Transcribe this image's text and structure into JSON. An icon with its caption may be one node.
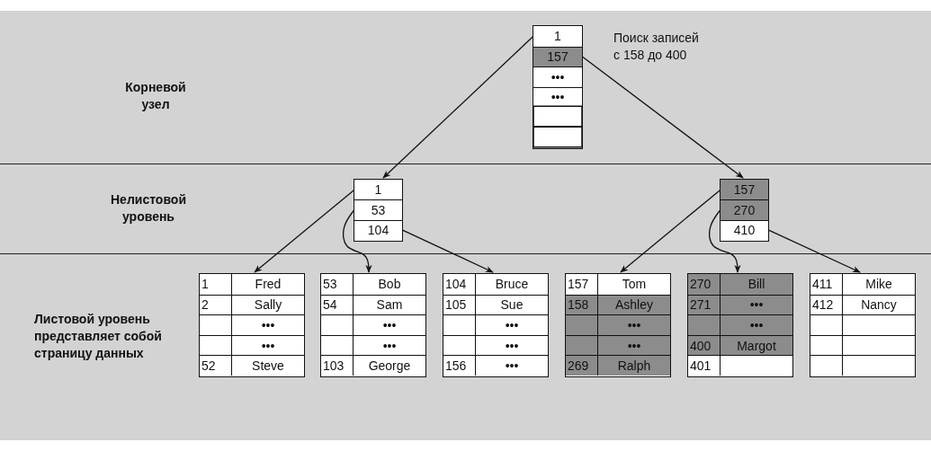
{
  "diagram": {
    "nodes": [
      {
        "text": [],
        "shape": "box"
      },
      {
        "text": [
          "1"
        ],
        "in": 0
      },
      {
        "text": [
          "157"
        ],
        "in": 0
      },
      {
        "text": [
          "•••"
        ],
        "in": 0
      },
      {
        "text": [
          "•••"
        ],
        "in": 0
      },
      {
        "text": [],
        "shape": "box",
        "in": 0
      },
      {
        "text": [],
        "shape": "box",
        "in": 0
      },
      {
        "text": [],
        "shape": "box"
      },
      {
        "text": [
          "1"
        ],
        "in": 7
      },
      {
        "text": [
          "53"
        ],
        "in": 7
      },
      {
        "text": [
          "104"
        ],
        "in": 7
      },
      {
        "text": [],
        "shape": "box"
      },
      {
        "text": [
          "157"
        ],
        "in": 11
      },
      {
        "text": [
          "270"
        ],
        "in": 11
      },
      {
        "text": [
          "410"
        ],
        "in": 11
      },
      {
        "text": [],
        "shape": "box"
      },
      {
        "text": [
          "1",
          "Fred"
        ],
        "in": 15
      },
      {
        "text": [
          "2",
          "Sally"
        ],
        "in": 15
      },
      {
        "text": [
          "•••"
        ],
        "in": 15
      },
      {
        "text": [
          "•••"
        ],
        "in": 15
      },
      {
        "text": [
          "52",
          "Steve"
        ],
        "in": 15
      },
      {
        "text": [],
        "shape": "box"
      },
      {
        "text": [
          "53",
          "Bob"
        ],
        "in": 21
      },
      {
        "text": [
          "54",
          "Sam"
        ],
        "in": 21
      },
      {
        "text": [
          "•••"
        ],
        "in": 21
      },
      {
        "text": [
          "•••"
        ],
        "in": 21
      },
      {
        "text": [
          "103",
          "George"
        ],
        "in": 21
      },
      {
        "text": [],
        "shape": "box"
      },
      {
        "text": [
          "104",
          "Bruce"
        ],
        "in": 27
      },
      {
        "text": [
          "105",
          "Sue"
        ],
        "in": 27
      },
      {
        "text": [
          "•••"
        ],
        "in": 27
      },
      {
        "text": [
          "•••"
        ],
        "in": 27
      },
      {
        "text": [
          "156",
          "•••"
        ],
        "in": 27
      },
      {
        "text": [],
        "shape": "box"
      },
      {
        "text": [
          "157",
          "Tom"
        ],
        "in": 33
      },
      {
        "text": [
          "158",
          "Ashley"
        ],
        "in": 33
      },
      {
        "text": [
          "•••"
        ],
        "in": 33
      },
      {
        "text": [
          "•••"
        ],
        "in": 33
      },
      {
        "text": [
          "269",
          "Ralph"
        ],
        "in": 33
      },
      {
        "text": [],
        "shape": "box"
      },
      {
        "text": [
          "270",
          "Bill"
        ],
        "in": 39
      },
      {
        "text": [
          "271",
          "•••"
        ],
        "in": 39
      },
      {
        "text": [
          "•••"
        ],
        "in": 39
      },
      {
        "text": [
          "400",
          "Margot"
        ],
        "in": 39
      },
      {
        "text": [
          "401"
        ],
        "in": 39
      },
      {
        "text": [],
        "shape": "box"
      },
      {
        "text": [
          "411",
          "Mike"
        ],
        "in": 45
      },
      {
        "text": [
          "412",
          "Nancy"
        ],
        "in": 45
      },
      {
        "text": [],
        "shape": "box",
        "in": 45
      },
      {
        "text": [],
        "shape": "box",
        "in": 45
      },
      {
        "text": [],
        "shape": "box",
        "in": 45
      }
    ],
    "edges": [
      {
        "from": 1,
        "to": 7,
        "arrow": "to"
      },
      {
        "from": 2,
        "to": 11,
        "arrow": "to"
      },
      {
        "from": 8,
        "to": 15,
        "arrow": "to"
      },
      {
        "from": 9,
        "to": 21,
        "arrow": "to"
      },
      {
        "from": 10,
        "to": 27,
        "arrow": "to"
      },
      {
        "from": 12,
        "to": 33,
        "arrow": "to"
      },
      {
        "from": 13,
        "to": 39,
        "arrow": "to"
      },
      {
        "from": 14,
        "to": 45,
        "arrow": "to"
      }
    ],
    "labels": [
      "Поиск записей с 158 до 400",
      "Корневой узел",
      "Нелистовой уровень",
      "Листовой уровень представляет собой страницу данных"
    ]
  }
}
